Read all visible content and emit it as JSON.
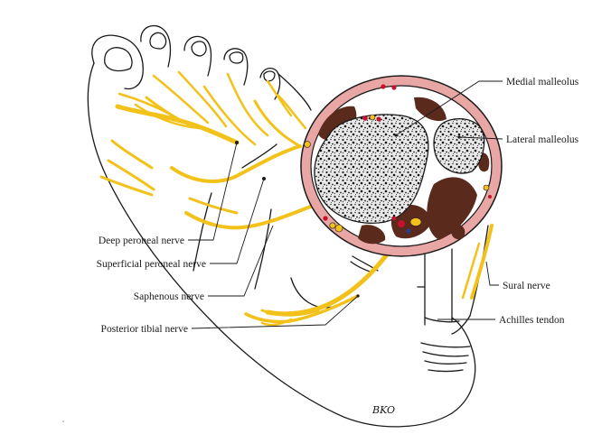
{
  "labels": {
    "medial_malleolus": "Medial malleolus",
    "lateral_malleolus": "Lateral malleolus",
    "deep_peroneal_nerve": "Deep peroneal nerve",
    "superficial_peroneal_nerve": "Superficial peroneal nerve",
    "saphenous_nerve": "Saphenous nerve",
    "posterior_tibial_nerve": "Posterior tibial nerve",
    "sural_nerve": "Sural nerve",
    "achilles_tendon": "Achilles tendon"
  },
  "signature": "BKO",
  "colors": {
    "nerve": "#f2c21a",
    "skin_ring": "#e8a6a4",
    "muscle": "#5a2a1c",
    "artery": "#c8102e",
    "vein": "#2b3a8f",
    "outline": "#1a1a1a"
  }
}
